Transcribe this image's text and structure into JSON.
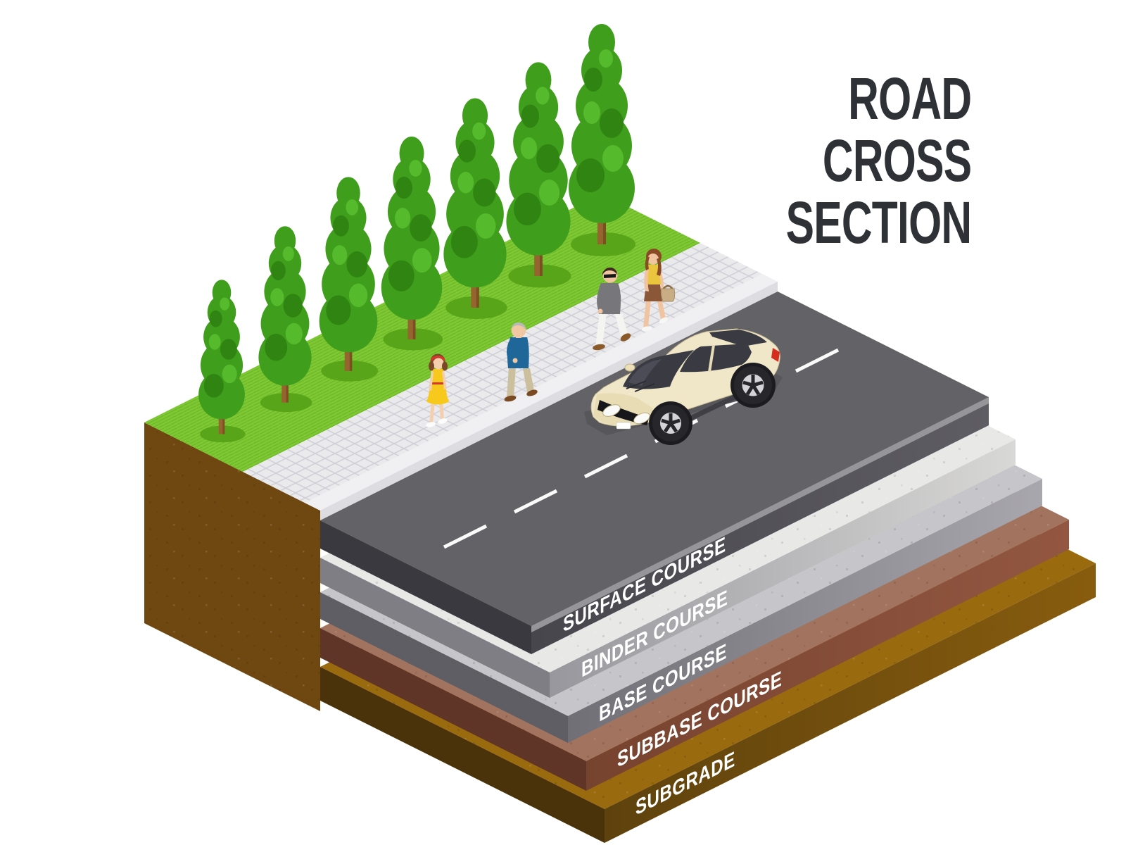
{
  "title": {
    "line1": "ROAD",
    "line2": "CROSS",
    "line3": "SECTION"
  },
  "layers": [
    {
      "id": "surface-course",
      "label": "SURFACE COURSE",
      "top_color": "#636367",
      "side_color": "#3a393f"
    },
    {
      "id": "binder-course",
      "label": "BINDER COURSE",
      "top_color": "#e8e8e6",
      "side_color": "#7f7e85"
    },
    {
      "id": "base-course",
      "label": "BASE COURSE",
      "top_color": "#c6c5ca",
      "side_color": "#5f5e65"
    },
    {
      "id": "subbase-course",
      "label": "SUBBASE COURSE",
      "top_color": "#a2735f",
      "side_color": "#5e3526"
    },
    {
      "id": "subgrade",
      "label": "SUBGRADE",
      "top_color": "#9a6a0e",
      "side_color": "#4a330a"
    }
  ],
  "scene": {
    "background": "#ffffff",
    "grass_color": "#7ec933",
    "soil_color": "#6f4811",
    "sidewalk_color": "#eaeaed",
    "curb_color": "#f0f0f3",
    "road_marking_color": "#fafafa",
    "car_body_color": "#f0e7c8",
    "title_color": "#2e3237",
    "label_text_color": "#ffffff",
    "tree_count": 7,
    "pedestrian_count": 4
  }
}
